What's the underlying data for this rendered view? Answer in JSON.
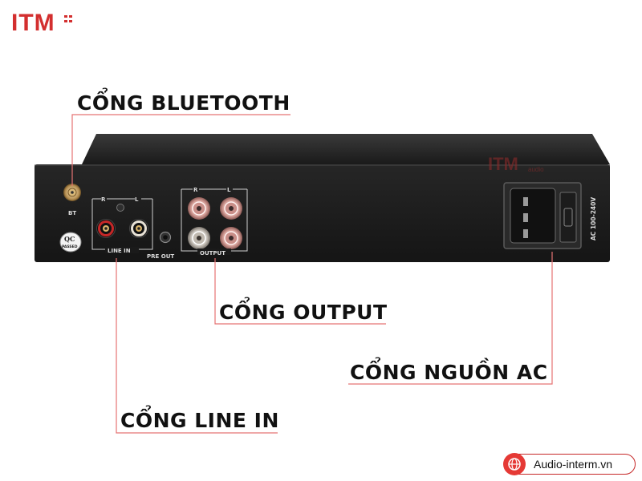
{
  "brand": {
    "logo_text": "ITM",
    "watermark_text": "ITM",
    "watermark_sub": "audio"
  },
  "callouts": {
    "bluetooth": "CỔNG BLUETOOTH",
    "output": "CỔNG OUTPUT",
    "ac_power": "CỔNG NGUỒN AC",
    "line_in": "CỔNG LINE IN"
  },
  "panel_labels": {
    "bt": "BT",
    "line_in": "LINE IN",
    "pre_out": "PRE OUT",
    "output": "OUTPUT",
    "right": "R",
    "left": "L",
    "qc_top": "QC",
    "qc_bottom": "PASSED",
    "ac_rating": "AC 100-240V"
  },
  "website": {
    "url": "Audio-interm.vn"
  },
  "colors": {
    "accent_red": "#d32f2f",
    "leader_line": "#e57373",
    "chassis": "#1c1c1c"
  },
  "icons": {
    "website": "globe-icon"
  }
}
